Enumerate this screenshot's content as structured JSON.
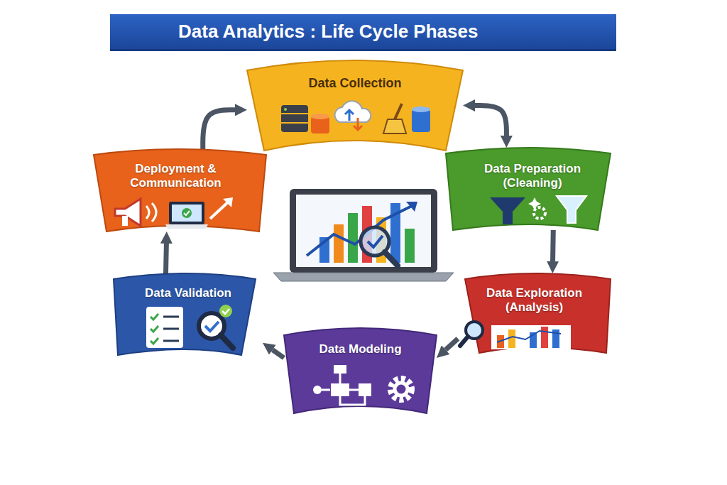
{
  "diagram": {
    "title": "Data Analytics : Life Cycle Phases",
    "nodes": [
      {
        "text": [
          "Data Collection"
        ]
      },
      {
        "text": [
          "Data Preparation (Cleaning)"
        ]
      },
      {
        "text": [
          "Data Exploration (Analysis)"
        ]
      },
      {
        "text": [
          "Data Modeling"
        ]
      },
      {
        "text": [
          "Data Validation"
        ]
      },
      {
        "text": [
          "Deployment & Communication"
        ]
      }
    ],
    "edges": [
      {
        "from": 0,
        "to": 1,
        "arrow": "both"
      },
      {
        "from": 1,
        "to": 2,
        "arrow": "to"
      },
      {
        "from": 2,
        "to": 3,
        "arrow": "to"
      },
      {
        "from": 3,
        "to": 4,
        "arrow": "to"
      },
      {
        "from": 4,
        "to": 5,
        "arrow": "to"
      },
      {
        "from": 5,
        "to": 0,
        "arrow": "to"
      }
    ]
  }
}
